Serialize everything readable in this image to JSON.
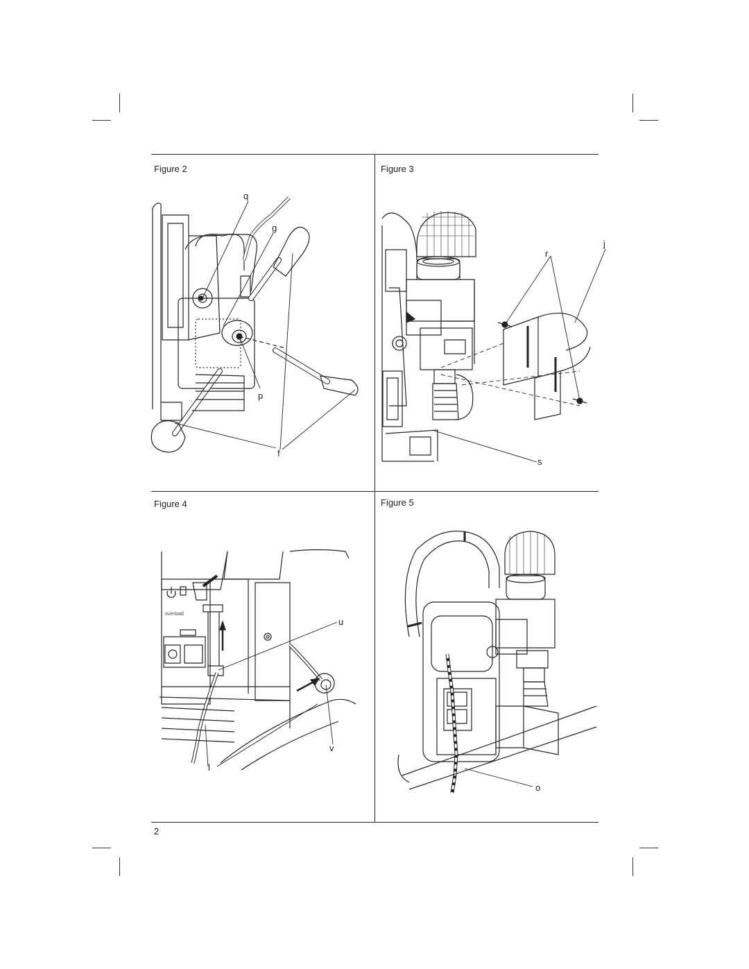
{
  "figures": [
    {
      "title": "Figure 2",
      "labels": {
        "q": "q",
        "g": "g",
        "p": "p",
        "f": "f"
      }
    },
    {
      "title": "Figure 3",
      "labels": {
        "r": "r",
        "j": "j",
        "s": "s"
      }
    },
    {
      "title": "Figure 4",
      "labels": {
        "u": "u",
        "v": "v",
        "l": "l"
      },
      "panel_text": "overload"
    },
    {
      "title": "Figure 5",
      "labels": {
        "o": "o"
      }
    }
  ],
  "page_number": "2"
}
